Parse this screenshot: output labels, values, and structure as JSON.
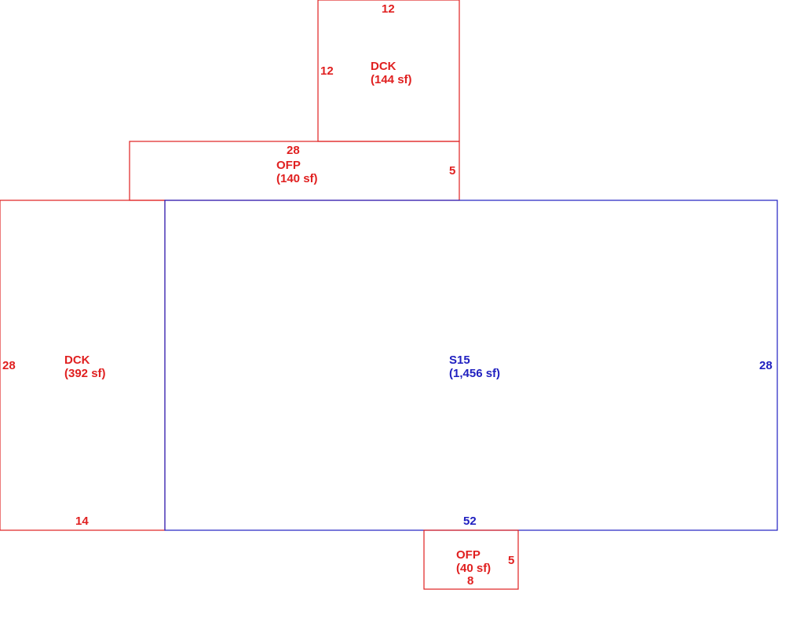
{
  "colors": {
    "addition": "#e02020",
    "main": "#2020c0"
  },
  "areas": [
    {
      "id": "deck-top",
      "code": "DCK",
      "area": "(144 sf)",
      "dims": [
        "12",
        "12"
      ],
      "color": "addition"
    },
    {
      "id": "porch-top",
      "code": "OFP",
      "area": "(140 sf)",
      "dims": [
        "28",
        "5"
      ],
      "color": "addition"
    },
    {
      "id": "deck-left",
      "code": "DCK",
      "area": "(392 sf)",
      "dims": [
        "28",
        "14"
      ],
      "color": "addition"
    },
    {
      "id": "main",
      "code": "S15",
      "area": "(1,456 sf)",
      "dims": [
        "28",
        "52"
      ],
      "color": "main"
    },
    {
      "id": "porch-bottom",
      "code": "OFP",
      "area": "(40 sf)",
      "dims": [
        "5",
        "8"
      ],
      "color": "addition"
    }
  ]
}
